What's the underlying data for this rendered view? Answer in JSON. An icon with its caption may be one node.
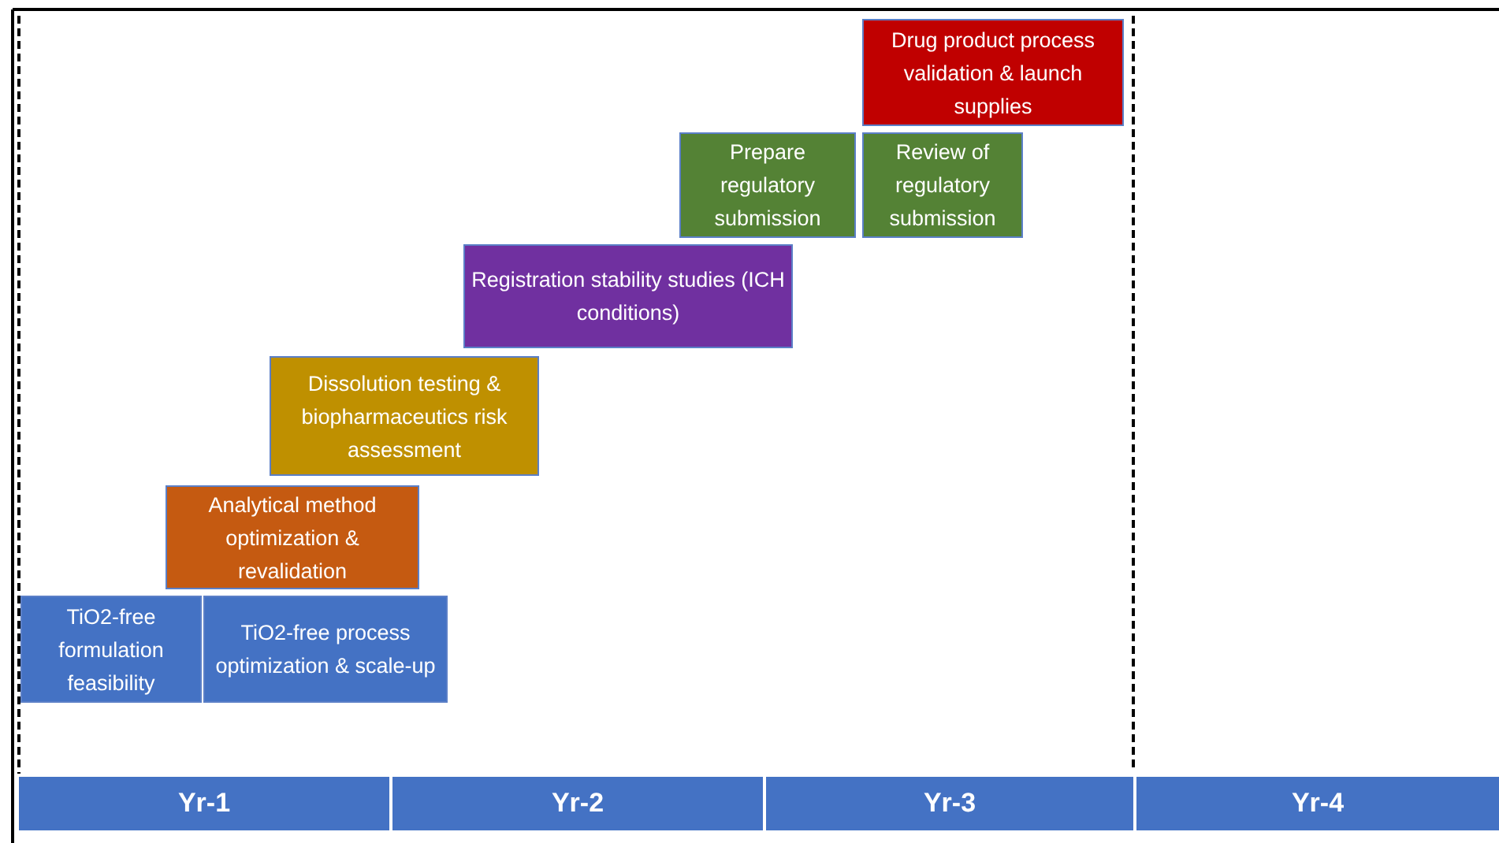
{
  "diagram": {
    "nodes": [
      {
        "text": [
          "Drug product process validation & launch supplies"
        ]
      },
      {
        "text": [
          "Prepare regulatory submission"
        ]
      },
      {
        "text": [
          "Review of regulatory submission"
        ]
      },
      {
        "text": [
          "Registration stability studies (ICH conditions)"
        ]
      },
      {
        "text": [
          "Dissolution testing & biopharmaceutics risk assessment"
        ]
      },
      {
        "text": [
          "Analytical method optimization & revalidation"
        ]
      },
      {
        "text": [
          "TiO2-free formulation feasibility"
        ]
      },
      {
        "text": [
          "TiO2-free process optimization & scale-up"
        ]
      },
      {
        "text": [
          "Yr-1"
        ]
      },
      {
        "text": [
          "Yr-2"
        ]
      },
      {
        "text": [
          "Yr-3"
        ]
      },
      {
        "text": [
          "Yr-4"
        ]
      }
    ]
  }
}
